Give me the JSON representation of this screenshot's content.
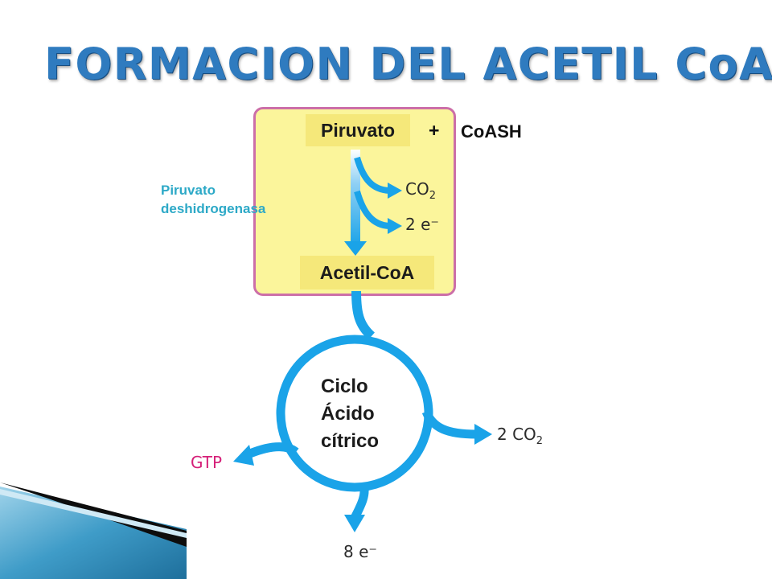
{
  "title": "FORMACION DEL ACETIL CoA",
  "reactants": {
    "pyruvate": "Piruvato",
    "plus": "+",
    "coash": "CoASH"
  },
  "enzyme": {
    "line1": "Piruvato",
    "line2": "deshidrogenasa"
  },
  "products_first_step": {
    "co2_main": "CO",
    "co2_sub": "2",
    "electrons": "2 e⁻"
  },
  "acetyl_coa": "Acetil-CoA",
  "cycle": {
    "line1": "Ciclo",
    "line2": "Ácido",
    "line3": "cítrico"
  },
  "cycle_outputs": {
    "co2_main": "2 CO",
    "co2_sub": "2",
    "gtp": "GTP",
    "electrons": "8 e⁻"
  },
  "colors": {
    "arrow_blue": "#1aa3e8",
    "title_blue": "#2f7bbf",
    "box_yellow": "#fbf59b",
    "box_border": "#cc6fa8",
    "gtp_magenta": "#d51f78",
    "enzyme_cyan": "#2da9c7"
  }
}
